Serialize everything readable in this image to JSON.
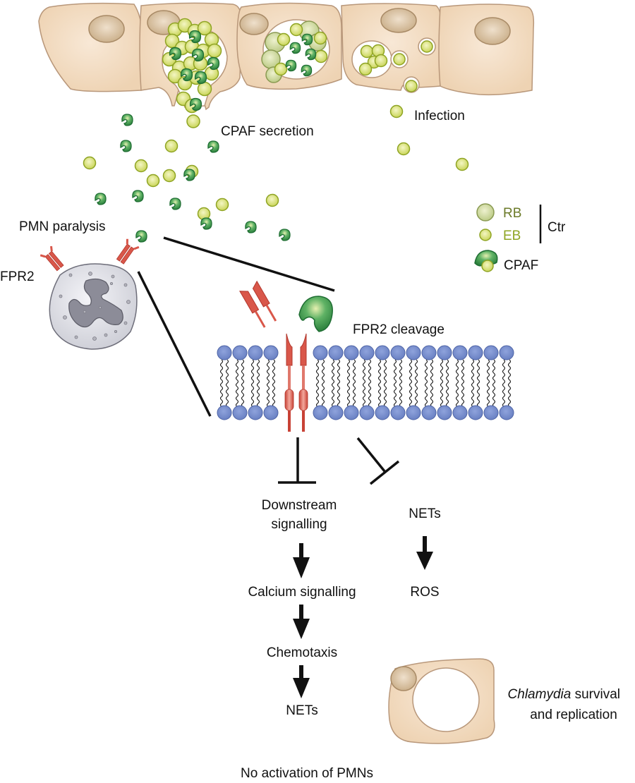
{
  "colors": {
    "cell_fill": "#f1d9bd",
    "cell_stroke": "#b8977a",
    "nucleus_fill": "#d5bb97",
    "nucleus_stroke": "#a88a66",
    "eb_fill": "#dde48a",
    "eb_stroke": "#8fa424",
    "rb_fill": "#d6e0a2",
    "rb_stroke": "#8a9a52",
    "cpaf_fill": "#4aa25a",
    "cpaf_stroke": "#1f6e33",
    "receptor": "#d9574a",
    "receptor_dark": "#b2372c",
    "lipid_head": "#7189c9",
    "lipid_stroke": "#4e64a6",
    "pmn_fill": "#dcdce2",
    "pmn_nucleus": "#8c8c98",
    "line": "#111111",
    "legend_rb_text": "#6b7a28",
    "legend_eb_text": "#8ea522"
  },
  "labels": {
    "cpaf_secretion": "CPAF secretion",
    "infection": "Infection",
    "pmn_paralysis": "PMN paralysis",
    "fpr2": "FPR2",
    "fpr2_cleavage": "FPR2 cleavage",
    "downstream_line1": "Downstream",
    "downstream_line2": "signalling",
    "nets_right": "NETs",
    "ros": "ROS",
    "calcium_signalling": "Calcium signalling",
    "chemotaxis": "Chemotaxis",
    "nets_bottom": "NETs",
    "no_activation": "No activation of PMNs",
    "chlamydia_italic": "Chlamydia",
    "survival_rest": " survival",
    "and_replication": "and replication"
  },
  "legend": {
    "rb": "RB",
    "eb": "EB",
    "ctr": "Ctr",
    "cpaf": "CPAF"
  },
  "flow": {
    "left_branch": [
      "Downstream signalling",
      "Calcium signalling",
      "Chemotaxis",
      "NETs"
    ],
    "right_branch": [
      "NETs",
      "ROS"
    ],
    "inhibited_by": "FPR2 cleavage"
  }
}
